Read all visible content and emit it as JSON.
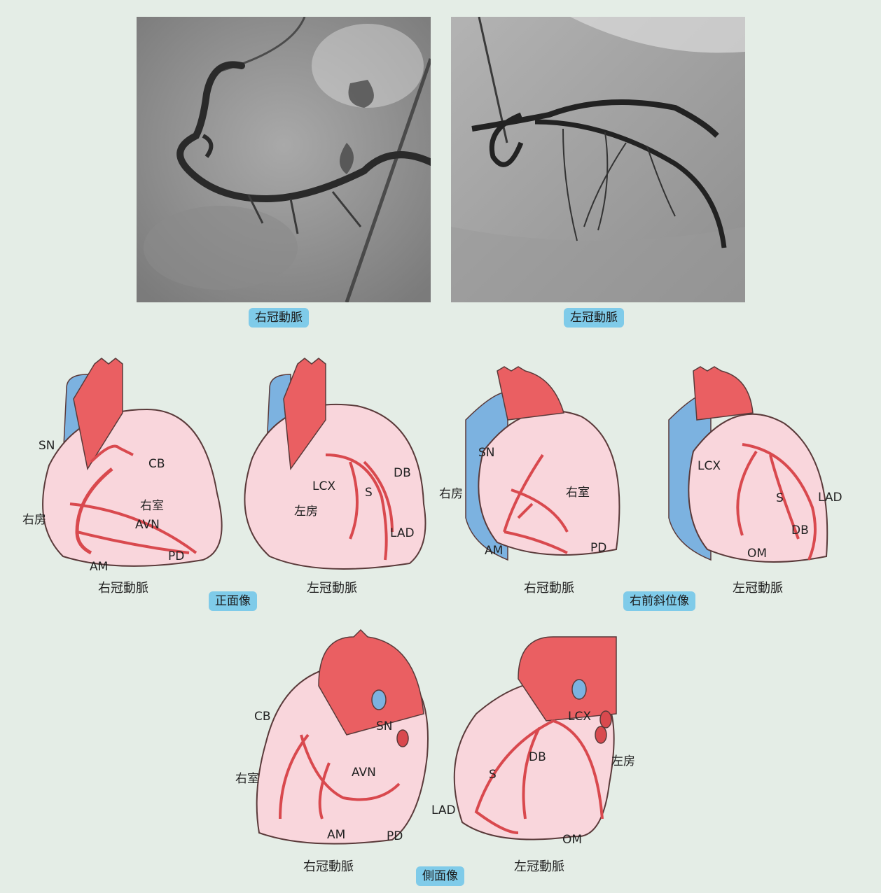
{
  "angiograms": {
    "right_caption": "右冠動脈",
    "left_caption": "左冠動脈"
  },
  "views": {
    "frontal": "正面像",
    "rao": "右前斜位像",
    "lateral": "側面像"
  },
  "hearts": {
    "frontal_right": {
      "caption": "右冠動脈",
      "labels": [
        "SN",
        "CB",
        "右室",
        "右房",
        "AVN",
        "AM",
        "PD"
      ]
    },
    "frontal_left": {
      "caption": "左冠動脈",
      "labels": [
        "DB",
        "LCX",
        "S",
        "左房",
        "LAD"
      ]
    },
    "rao_right": {
      "caption": "右冠動脈",
      "labels": [
        "SN",
        "右房",
        "右室",
        "AM",
        "PD"
      ]
    },
    "rao_left": {
      "caption": "左冠動脈",
      "labels": [
        "LCX",
        "S",
        "LAD",
        "DB",
        "OM"
      ]
    },
    "lateral_right": {
      "caption": "右冠動脈",
      "labels": [
        "CB",
        "SN",
        "右室",
        "AVN",
        "AM",
        "PD"
      ]
    },
    "lateral_left": {
      "caption": "左冠動脈",
      "labels": [
        "LCX",
        "DB",
        "左房",
        "S",
        "LAD",
        "OM"
      ]
    }
  },
  "colors": {
    "background": "#e4ede6",
    "heart_fill": "#f9d6dc",
    "artery": "#d9494e",
    "aorta": "#ea5f62",
    "vein": "#7cb2e0",
    "badge": "#7fcbe9"
  }
}
